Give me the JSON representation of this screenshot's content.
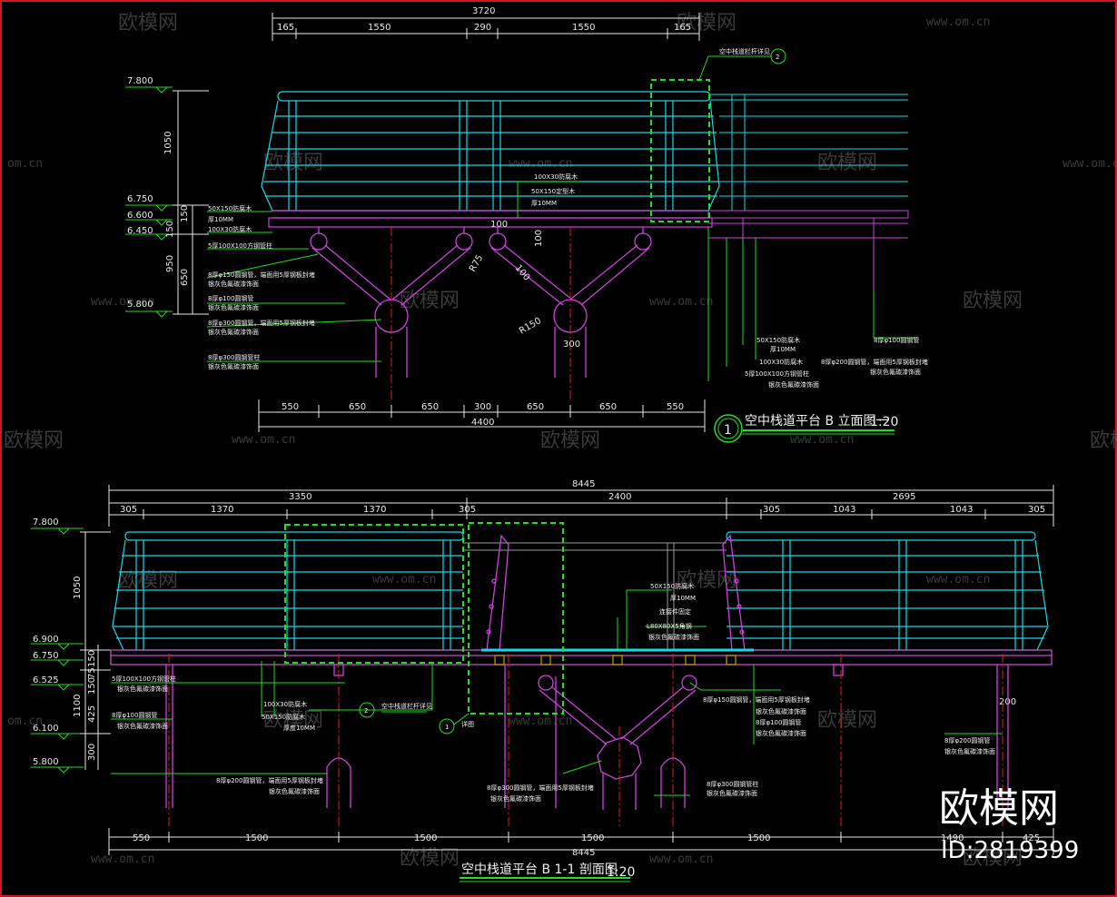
{
  "elevation": {
    "top_dims": [
      "3720",
      "165",
      "1550",
      "290",
      "1550",
      "165"
    ],
    "bottom_dims": [
      "550",
      "650",
      "650",
      "300",
      "650",
      "650",
      "550",
      "4400"
    ],
    "levels": [
      "7.800",
      "6.750",
      "6.600",
      "6.450",
      "5.800"
    ],
    "vert_dims": [
      "1050",
      "150",
      "150",
      "950",
      "650"
    ],
    "inner_dims": [
      "100",
      "100",
      "R75",
      "100",
      "R150",
      "300"
    ],
    "notes_left": [
      "50X150防腐木",
      "厚10MM",
      "100X30防腐木",
      "5厚100X100方钢管柱",
      "8厚φ150圆钢管，端面用5厚钢板封堵",
      "银灰色氟碳漆饰面",
      "8厚φ100圆钢管",
      "银灰色氟碳漆饰面",
      "8厚φ300圆钢管，端面用5厚钢板封堵",
      "银灰色氟碳漆饰面",
      "8厚φ300圆钢管柱",
      "银灰色氟碳漆饰面"
    ],
    "notes_mid": [
      "100X30防腐木",
      "50X150定型木",
      "厚10MM"
    ],
    "notes_right": [
      "50X150防腐木",
      "厚10MM",
      "100X30防腐木",
      "5厚100X100方钢管柱",
      "银灰色氟碳漆饰面",
      "8厚φ100圆钢管",
      "8厚φ200圆钢管，端面用5厚钢板封堵",
      "银灰色氟碳漆饰面"
    ],
    "callout_label": "空中栈道栏杆详见",
    "callout_ref": "2",
    "title_num": "1",
    "title": "空中栈道平台 B 立面图一",
    "scale": "1:20"
  },
  "section": {
    "top_dims": [
      "8445",
      "3350",
      "2400",
      "2695",
      "305",
      "1370",
      "1370",
      "305",
      "305",
      "1043",
      "1043",
      "305"
    ],
    "bottom_dims": [
      "550",
      "1500",
      "1500",
      "1500",
      "1500",
      "1490",
      "425",
      "8445"
    ],
    "levels": [
      "7.800",
      "6.900",
      "6.750",
      "6.525",
      "6.100",
      "5.800"
    ],
    "vert_dims": [
      "1050",
      "150",
      "75",
      "150",
      "425",
      "1100",
      "300",
      "200"
    ],
    "notes_left": [
      "5厚100X100方钢管柱",
      "银灰色氟碳漆饰面",
      "8厚φ100圆钢管",
      "银灰色氟碳漆饰面",
      "8厚φ200圆钢管，端面用5厚钢板封堵",
      "银灰色氟碳漆饰面"
    ],
    "notes_mid": [
      "100X30防腐木",
      "50X150防腐木",
      "厚度10MM",
      "空中栈道栏杆详见",
      "详图"
    ],
    "notes_center": [
      "50X150防腐木",
      "厚10MM",
      "连接件固定",
      "L80X80X5角钢",
      "银灰色氟碳漆饰面"
    ],
    "notes_bottom": [
      "8厚φ300圆钢管，端面用5厚钢板封堵",
      "银灰色氟碳漆饰面",
      "8厚φ300圆钢管柱",
      "银灰色氟碳漆饰面"
    ],
    "notes_right": [
      "8厚φ150圆钢管，端面用5厚钢板封堵",
      "银灰色氟碳漆饰面",
      "8厚φ100圆钢管",
      "银灰色氟碳漆饰面",
      "8厚φ200圆钢管",
      "银灰色氟碳漆饰面"
    ],
    "callout_ref_a": "2",
    "callout_ref_b": "1",
    "title": "空中栈道平台 B 1-1 剖面图",
    "scale": "1:20"
  },
  "watermark": {
    "text": "欧模网",
    "url": "www.om.cn",
    "url_short": "om.cn"
  },
  "brand": {
    "name": "欧模网",
    "id": "ID:2819399"
  },
  "colors": {
    "rail": "#18d8e8",
    "steel": "#d040e0",
    "dim": "#e8e8e8",
    "leader": "#20e020",
    "axis": "#e02020",
    "frame": "#d01818",
    "deck": "#c050c0"
  }
}
